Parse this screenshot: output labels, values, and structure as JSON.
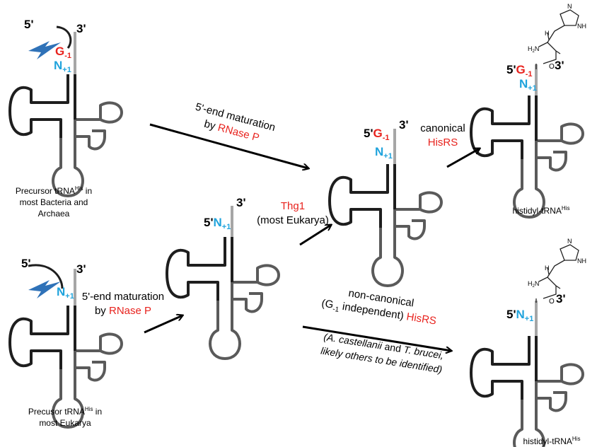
{
  "colors": {
    "red": "#e8231e",
    "blue": "#1fa3dc",
    "black": "#000000",
    "stem_dark": "#1e1e1e",
    "stem_grey": "#5a5a5a",
    "tail_grey": "#a6a6a6",
    "bolt_blue": "#2f72b8"
  },
  "icons": [
    "lightning-bolt-icon",
    "arrow-icon",
    "histidine-structure-icon"
  ],
  "labels": {
    "five_prime": "5'",
    "three_prime": "3'",
    "g_minus1": "G",
    "g_minus1_sub": "-1",
    "n_plus1": "N",
    "n_plus1_sub": "+1",
    "precursor_bacteria_1": "Precursor tRNA",
    "precursor_bacteria_sup": "His",
    "precursor_bacteria_2": " in",
    "precursor_bacteria_3": "most Bacteria and",
    "precursor_bacteria_4": "Archaea",
    "precursor_eukarya_1": "Precusor tRNA",
    "precursor_eukarya_sup": "His",
    "precursor_eukarya_2": " in",
    "precursor_eukarya_3": "most Eukarya",
    "maturation_top_1": "5'-end maturation",
    "maturation_top_2a": "by ",
    "maturation_top_2b": "RNase P",
    "maturation_bottom_1": "5'-end maturation",
    "maturation_bottom_2a": "by ",
    "maturation_bottom_2b": "RNase P",
    "thg1": "Thg1",
    "most_eukarya": "(most Eukarya)",
    "canonical": "canonical",
    "hisrs": "HisRS",
    "noncanonical_1": "non-canonical",
    "noncanonical_2a": "(G",
    "noncanonical_2sub": "-1",
    "noncanonical_2b": " independent) ",
    "noncanonical_2c": "HisRS",
    "species_1a": "(A. castellanii",
    "species_1b": " and ",
    "species_1c": "T. brucei,",
    "species_2": "likely others to be identified)",
    "histidyl_1": "histidyl-tRNA",
    "histidyl_sup": "His",
    "histidyl_2": "histidyl-tRNA",
    "histidyl_sup2": "His",
    "h2n": "H",
    "h2n_sub": "2",
    "h2n_n": "N",
    "nh": "NH",
    "n_ring": "N",
    "o_ester": "O",
    "h_alpha": "H"
  }
}
